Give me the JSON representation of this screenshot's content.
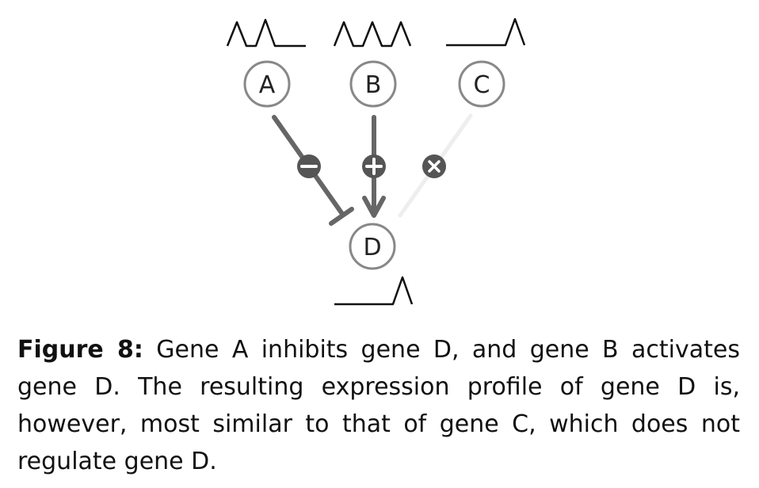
{
  "nodes": {
    "a": "A",
    "b": "B",
    "c": "C",
    "d": "D"
  },
  "edges": {
    "a_to_d": "inhibition",
    "b_to_d": "activation",
    "c_to_d": "no regulation"
  },
  "badges": {
    "minus": "−",
    "plus": "+",
    "cross": "×"
  },
  "expression_profiles": {
    "a": "spike, spike, flat",
    "b": "spike, spike, spike",
    "c": "flat, flat, spike",
    "d": "flat, flat, spike"
  },
  "caption": {
    "label": "Figure 8:",
    "text": "Gene A inhibits gene D, and gene B activates gene D. The resulting expression profile of gene D is, however, most similar to that of gene C, which does not regulate gene D."
  },
  "colors": {
    "edge": "#666666",
    "faded_edge": "#eeeeee",
    "node_border": "#888888",
    "badge": "#555555"
  }
}
